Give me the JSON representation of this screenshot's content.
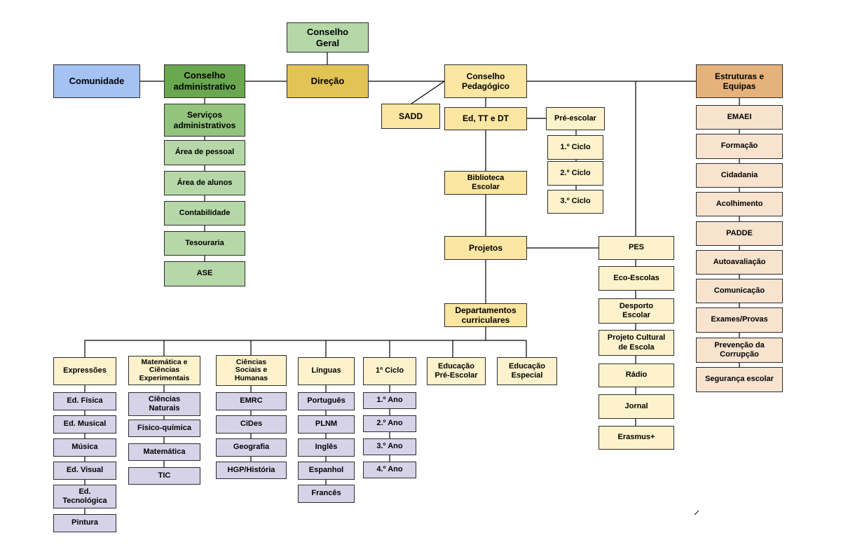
{
  "nodes": {
    "conselho_geral": "Conselho\nGeral",
    "comunidade": "Comunidade",
    "conselho_administrativo": "Conselho\nadministrativo",
    "direcao": "Direção",
    "conselho_pedagogico": "Conselho\nPedagógico",
    "estruturas_equipas": "Estruturas e\nEquipas",
    "servicos_administrativos": "Serviços\nadministrativos",
    "area_pessoal": "Área de pessoal",
    "area_alunos": "Área de alunos",
    "contabilidade": "Contabilidade",
    "tesouraria": "Tesouraria",
    "ase": "ASE",
    "sadd": "SADD",
    "ed_tt_dt": "Ed, TT e DT",
    "pre_escolar": "Pré-escolar",
    "ciclo_1": "1.º Ciclo",
    "ciclo_2": "2.º Ciclo",
    "ciclo_3": "3.º Ciclo",
    "biblioteca_escolar": "Biblioteca\nEscolar",
    "projetos": "Projetos",
    "departamentos_curriculares": "Departamentos\ncurriculares",
    "pes": "PES",
    "eco_escolas": "Eco-Escolas",
    "desporto_escolar": "Desporto\nEscolar",
    "projeto_cultural": "Projeto Cultural\nde Escola",
    "radio": "Rádio",
    "jornal": "Jornal",
    "erasmus": "Erasmus+",
    "emaei": "EMAEI",
    "formacao": "Formação",
    "cidadania": "Cidadania",
    "acolhimento": "Acolhimento",
    "padde": "PADDE",
    "autoavaliacao": "Autoavaliação",
    "comunicacao": "Comunicação",
    "exames_provas": "Exames/Provas",
    "prevencao_corrupcao": "Prevenção da\nCorrupção",
    "seguranca_escolar": "Segurança escolar",
    "expressoes": "Expressões",
    "ed_fisica": "Ed. Física",
    "ed_musical": "Ed. Musical",
    "musica": "Música",
    "ed_visual": "Ed. Visual",
    "ed_tecnologica": "Ed.\nTecnológica",
    "pintura": "Pintura",
    "mat_ciencias_exp": "Matemática e\nCiências\nExperimentais",
    "ciencias_naturais": "Ciências\nNaturais",
    "fisico_quimica": "Físico-química",
    "matematica": "Matemática",
    "tic": "TIC",
    "ciencias_sociais_humanas": "Ciências\nSociais e\nHumanas",
    "emrc": "EMRC",
    "cides": "CiDes",
    "geografia": "Geografia",
    "hgp_historia": "HGP/História",
    "linguas": "Línguas",
    "portugues": "Português",
    "plnm": "PLNM",
    "ingles": "Inglês",
    "espanhol": "Espanhol",
    "frances": "Francês",
    "primeiro_ciclo": "1º Ciclo",
    "ano_1": "1.º Ano",
    "ano_2": "2.º Ano",
    "ano_3": "3.º Ano",
    "ano_4": "4.º Ano",
    "educacao_pre_escolar": "Educação\nPré-Escolar",
    "educacao_especial": "Educação\nEspecial"
  },
  "colors": {
    "blue": "#a4c2f4",
    "green_dark": "#6aa84f",
    "green": "#93c47d",
    "green_light": "#b6d7a8",
    "gold": "#e3c356",
    "yellow": "#fbe6a2",
    "cream": "#fdf2cb",
    "orange": "#e6b27c",
    "peach": "#f8e3cf",
    "lavender": "#d6d3e8",
    "line": "#000000"
  }
}
